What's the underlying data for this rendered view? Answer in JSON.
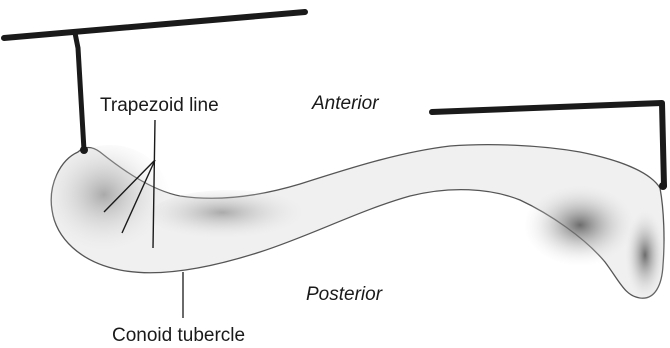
{
  "labels": {
    "trapezoid_line": "Trapezoid line",
    "anterior": "Anterior",
    "posterior": "Posterior",
    "conoid_tubercle": "Conoid tubercle"
  },
  "colors": {
    "ink": "#1a1a1a",
    "bone_fill": "#eeeeee",
    "bone_shadow": "#9a9a9a",
    "paper": "#ffffff"
  }
}
